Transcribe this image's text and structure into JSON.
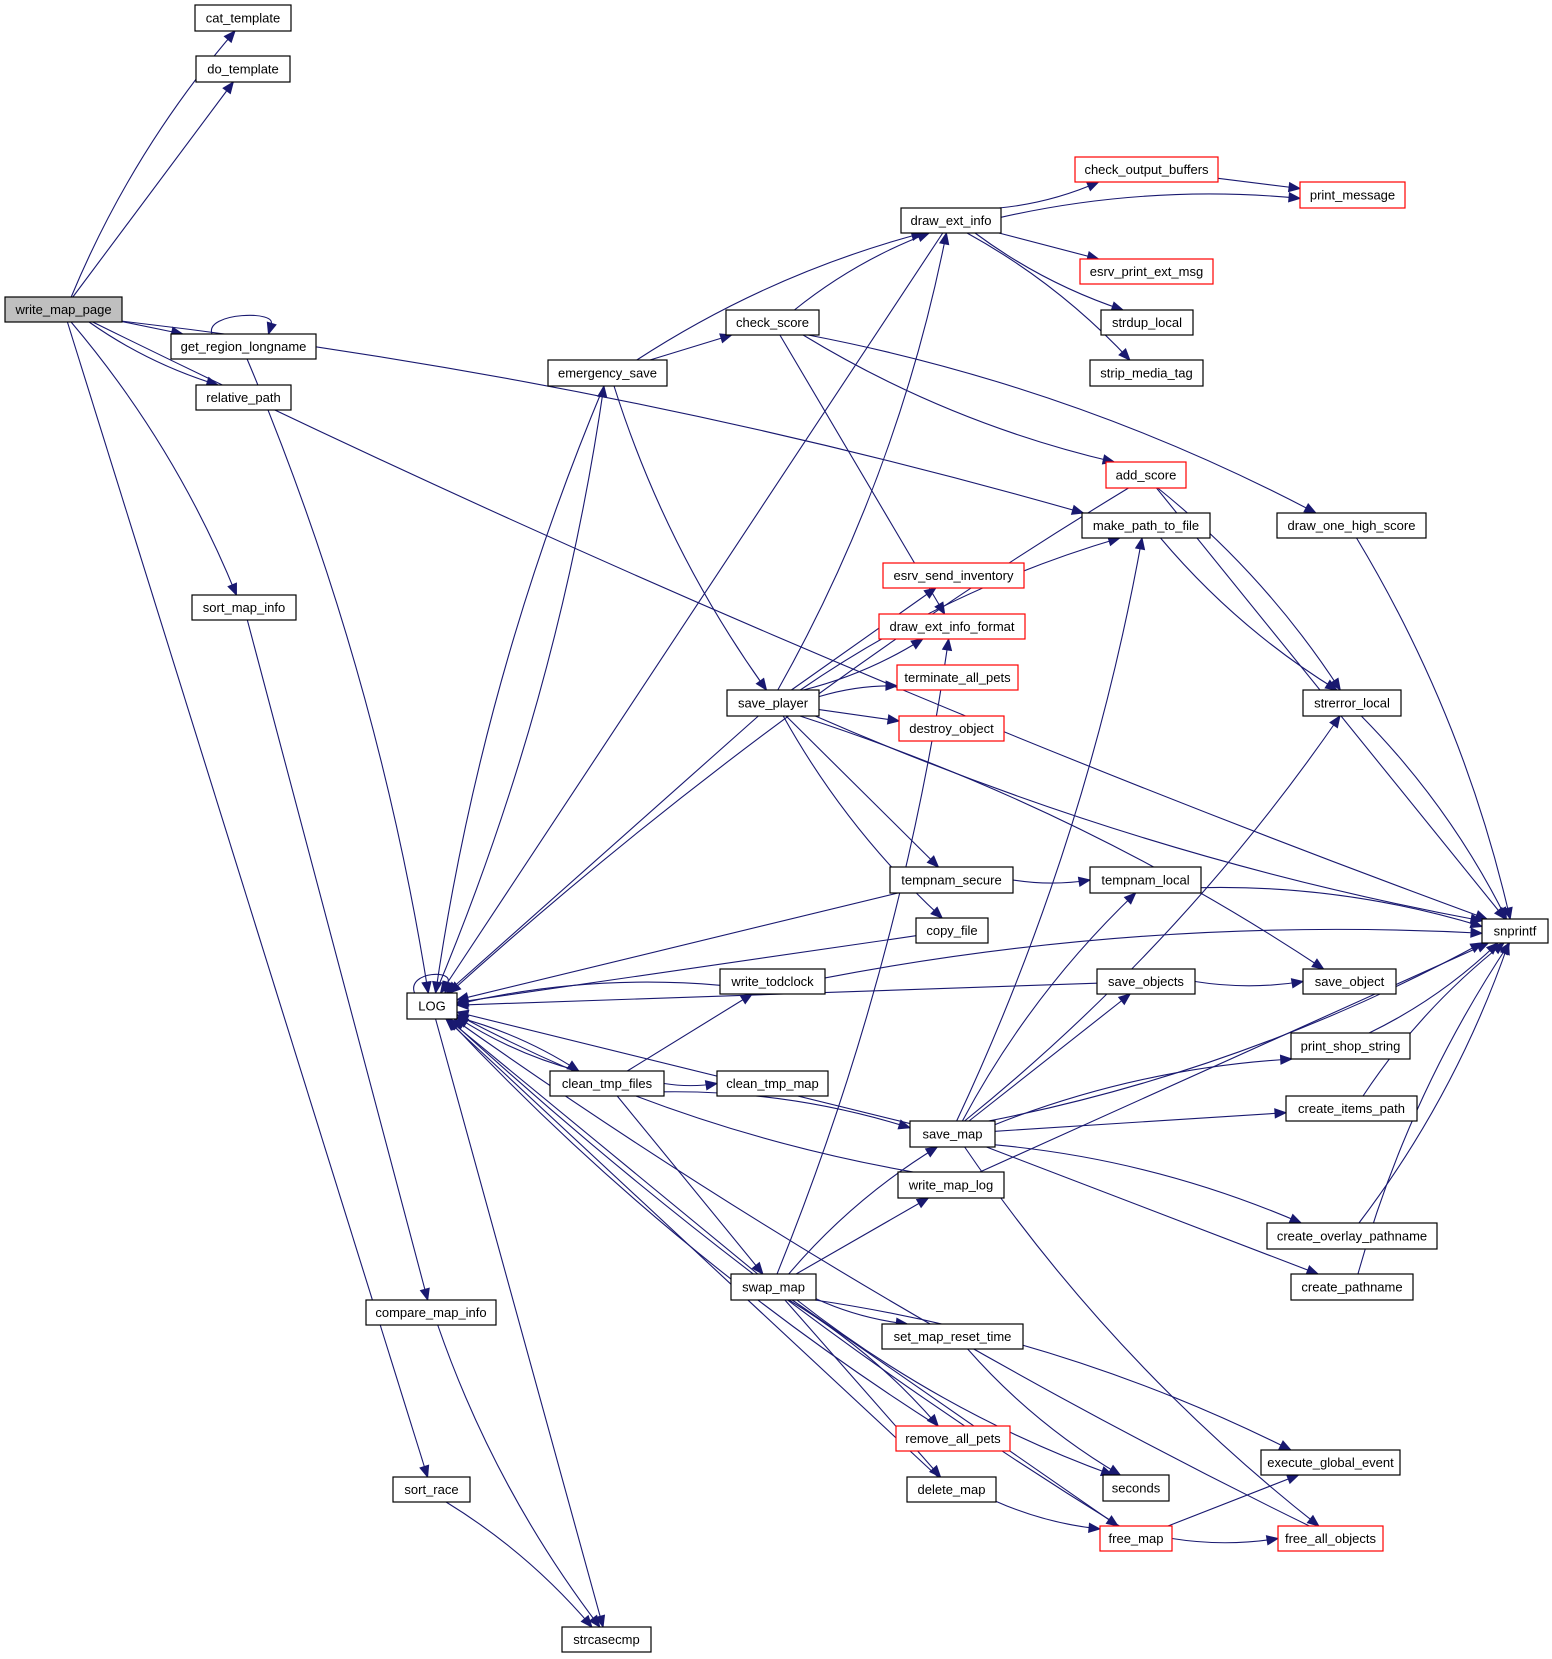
{
  "graph": {
    "title": "write_map_page call graph",
    "colors": {
      "edge": "#191970",
      "node_border": "#000000",
      "truncated_node_border": "#ff0000",
      "root_fill": "#bfbfbf",
      "node_fill": "#ffffff"
    },
    "root": "write_map_page",
    "nodes": [
      {
        "id": "write_map_page",
        "label": "write_map_page",
        "root": true
      },
      {
        "id": "cat_template",
        "label": "cat_template"
      },
      {
        "id": "do_template",
        "label": "do_template"
      },
      {
        "id": "get_region_longname",
        "label": "get_region_longname"
      },
      {
        "id": "relative_path",
        "label": "relative_path"
      },
      {
        "id": "sort_map_info",
        "label": "sort_map_info"
      },
      {
        "id": "compare_map_info",
        "label": "compare_map_info"
      },
      {
        "id": "sort_race",
        "label": "sort_race"
      },
      {
        "id": "strcasecmp",
        "label": "strcasecmp"
      },
      {
        "id": "LOG",
        "label": "LOG"
      },
      {
        "id": "emergency_save",
        "label": "emergency_save"
      },
      {
        "id": "check_score",
        "label": "check_score"
      },
      {
        "id": "draw_ext_info",
        "label": "draw_ext_info"
      },
      {
        "id": "check_output_buffers",
        "label": "check_output_buffers",
        "truncated": true
      },
      {
        "id": "print_message",
        "label": "print_message",
        "truncated": true
      },
      {
        "id": "esrv_print_ext_msg",
        "label": "esrv_print_ext_msg",
        "truncated": true
      },
      {
        "id": "strdup_local",
        "label": "strdup_local"
      },
      {
        "id": "strip_media_tag",
        "label": "strip_media_tag"
      },
      {
        "id": "add_score",
        "label": "add_score",
        "truncated": true
      },
      {
        "id": "make_path_to_file",
        "label": "make_path_to_file"
      },
      {
        "id": "draw_one_high_score",
        "label": "draw_one_high_score"
      },
      {
        "id": "esrv_send_inventory",
        "label": "esrv_send_inventory",
        "truncated": true
      },
      {
        "id": "draw_ext_info_format",
        "label": "draw_ext_info_format",
        "truncated": true
      },
      {
        "id": "terminate_all_pets",
        "label": "terminate_all_pets",
        "truncated": true
      },
      {
        "id": "destroy_object",
        "label": "destroy_object",
        "truncated": true
      },
      {
        "id": "save_player",
        "label": "save_player"
      },
      {
        "id": "strerror_local",
        "label": "strerror_local"
      },
      {
        "id": "tempnam_secure",
        "label": "tempnam_secure"
      },
      {
        "id": "tempnam_local",
        "label": "tempnam_local"
      },
      {
        "id": "copy_file",
        "label": "copy_file"
      },
      {
        "id": "snprintf",
        "label": "snprintf"
      },
      {
        "id": "write_todclock",
        "label": "write_todclock"
      },
      {
        "id": "save_objects",
        "label": "save_objects"
      },
      {
        "id": "save_object",
        "label": "save_object"
      },
      {
        "id": "clean_tmp_files",
        "label": "clean_tmp_files"
      },
      {
        "id": "clean_tmp_map",
        "label": "clean_tmp_map"
      },
      {
        "id": "print_shop_string",
        "label": "print_shop_string"
      },
      {
        "id": "create_items_path",
        "label": "create_items_path"
      },
      {
        "id": "save_map",
        "label": "save_map"
      },
      {
        "id": "write_map_log",
        "label": "write_map_log"
      },
      {
        "id": "create_overlay_pathname",
        "label": "create_overlay_pathname"
      },
      {
        "id": "create_pathname",
        "label": "create_pathname"
      },
      {
        "id": "swap_map",
        "label": "swap_map"
      },
      {
        "id": "set_map_reset_time",
        "label": "set_map_reset_time"
      },
      {
        "id": "remove_all_pets",
        "label": "remove_all_pets",
        "truncated": true
      },
      {
        "id": "delete_map",
        "label": "delete_map"
      },
      {
        "id": "seconds",
        "label": "seconds"
      },
      {
        "id": "execute_global_event",
        "label": "execute_global_event"
      },
      {
        "id": "free_map",
        "label": "free_map",
        "truncated": true
      },
      {
        "id": "free_all_objects",
        "label": "free_all_objects",
        "truncated": true
      }
    ],
    "edges": [
      [
        "write_map_page",
        "cat_template"
      ],
      [
        "write_map_page",
        "do_template"
      ],
      [
        "write_map_page",
        "snprintf"
      ],
      [
        "write_map_page",
        "make_path_to_file"
      ],
      [
        "write_map_page",
        "get_region_longname"
      ],
      [
        "write_map_page",
        "relative_path"
      ],
      [
        "write_map_page",
        "sort_map_info"
      ],
      [
        "write_map_page",
        "sort_race"
      ],
      [
        "get_region_longname",
        "get_region_longname"
      ],
      [
        "get_region_longname",
        "LOG"
      ],
      [
        "sort_map_info",
        "compare_map_info"
      ],
      [
        "compare_map_info",
        "strcasecmp"
      ],
      [
        "sort_race",
        "strcasecmp"
      ],
      [
        "LOG",
        "LOG"
      ],
      [
        "LOG",
        "emergency_save"
      ],
      [
        "LOG",
        "clean_tmp_files"
      ],
      [
        "LOG",
        "strcasecmp"
      ],
      [
        "emergency_save",
        "LOG"
      ],
      [
        "emergency_save",
        "draw_ext_info"
      ],
      [
        "emergency_save",
        "check_score"
      ],
      [
        "emergency_save",
        "save_player"
      ],
      [
        "check_score",
        "draw_ext_info"
      ],
      [
        "check_score",
        "draw_ext_info_format"
      ],
      [
        "check_score",
        "add_score"
      ],
      [
        "check_score",
        "draw_one_high_score"
      ],
      [
        "draw_ext_info",
        "LOG"
      ],
      [
        "draw_ext_info",
        "check_output_buffers"
      ],
      [
        "draw_ext_info",
        "print_message"
      ],
      [
        "draw_ext_info",
        "esrv_print_ext_msg"
      ],
      [
        "draw_ext_info",
        "strdup_local"
      ],
      [
        "draw_ext_info",
        "strip_media_tag"
      ],
      [
        "check_output_buffers",
        "print_message"
      ],
      [
        "add_score",
        "LOG"
      ],
      [
        "add_score",
        "strerror_local"
      ],
      [
        "add_score",
        "snprintf"
      ],
      [
        "make_path_to_file",
        "strerror_local"
      ],
      [
        "draw_one_high_score",
        "snprintf"
      ],
      [
        "save_player",
        "LOG"
      ],
      [
        "save_player",
        "draw_ext_info"
      ],
      [
        "save_player",
        "make_path_to_file"
      ],
      [
        "save_player",
        "esrv_send_inventory"
      ],
      [
        "save_player",
        "draw_ext_info_format"
      ],
      [
        "save_player",
        "terminate_all_pets"
      ],
      [
        "save_player",
        "destroy_object"
      ],
      [
        "save_player",
        "snprintf"
      ],
      [
        "save_player",
        "save_object"
      ],
      [
        "save_player",
        "tempnam_secure"
      ],
      [
        "save_player",
        "copy_file"
      ],
      [
        "strerror_local",
        "snprintf"
      ],
      [
        "tempnam_secure",
        "LOG"
      ],
      [
        "tempnam_secure",
        "tempnam_local"
      ],
      [
        "tempnam_local",
        "snprintf"
      ],
      [
        "copy_file",
        "LOG"
      ],
      [
        "write_todclock",
        "LOG"
      ],
      [
        "write_todclock",
        "snprintf"
      ],
      [
        "save_objects",
        "LOG"
      ],
      [
        "save_objects",
        "save_object"
      ],
      [
        "clean_tmp_files",
        "LOG"
      ],
      [
        "clean_tmp_files",
        "write_todclock"
      ],
      [
        "clean_tmp_files",
        "clean_tmp_map"
      ],
      [
        "clean_tmp_files",
        "save_map"
      ],
      [
        "clean_tmp_files",
        "swap_map"
      ],
      [
        "print_shop_string",
        "snprintf"
      ],
      [
        "create_items_path",
        "snprintf"
      ],
      [
        "save_map",
        "LOG"
      ],
      [
        "save_map",
        "make_path_to_file"
      ],
      [
        "save_map",
        "tempnam_local"
      ],
      [
        "save_map",
        "save_objects"
      ],
      [
        "save_map",
        "strerror_local"
      ],
      [
        "save_map",
        "print_shop_string"
      ],
      [
        "save_map",
        "create_items_path"
      ],
      [
        "save_map",
        "snprintf"
      ],
      [
        "save_map",
        "create_overlay_pathname"
      ],
      [
        "save_map",
        "create_pathname"
      ],
      [
        "save_map",
        "free_all_objects"
      ],
      [
        "write_map_log",
        "LOG"
      ],
      [
        "write_map_log",
        "snprintf"
      ],
      [
        "create_overlay_pathname",
        "snprintf"
      ],
      [
        "create_pathname",
        "snprintf"
      ],
      [
        "swap_map",
        "LOG"
      ],
      [
        "swap_map",
        "draw_ext_info_format"
      ],
      [
        "swap_map",
        "save_map"
      ],
      [
        "swap_map",
        "write_map_log"
      ],
      [
        "swap_map",
        "set_map_reset_time"
      ],
      [
        "swap_map",
        "remove_all_pets"
      ],
      [
        "swap_map",
        "delete_map"
      ],
      [
        "swap_map",
        "seconds"
      ],
      [
        "swap_map",
        "execute_global_event"
      ],
      [
        "swap_map",
        "free_map"
      ],
      [
        "set_map_reset_time",
        "seconds"
      ],
      [
        "remove_all_pets",
        "LOG"
      ],
      [
        "delete_map",
        "LOG"
      ],
      [
        "delete_map",
        "free_map"
      ],
      [
        "free_map",
        "LOG"
      ],
      [
        "free_map",
        "execute_global_event"
      ],
      [
        "free_map",
        "free_all_objects"
      ],
      [
        "free_all_objects",
        "LOG"
      ]
    ]
  }
}
